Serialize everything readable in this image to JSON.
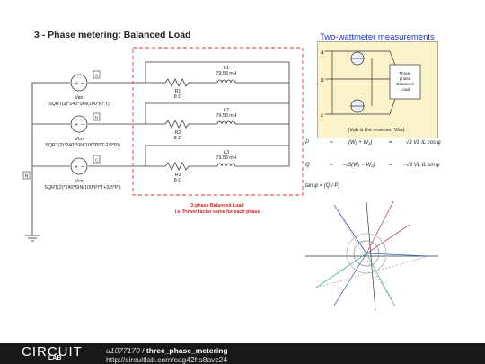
{
  "title": "3 - Phase metering: Balanced Load",
  "sources": [
    {
      "name": "Van",
      "expr": "SQRT(2)*240*SIN(100*PI*T)",
      "node": "a"
    },
    {
      "name": "Vbn",
      "expr": "SQRT(2)*240*SIN(100*PI*T-2/3*PI)",
      "node": "b"
    },
    {
      "name": "Vcn",
      "expr": "SQRT(2)*240*SIN(100*PI*T+2/3*PI)",
      "node": "c"
    }
  ],
  "resistors": [
    {
      "name": "R1",
      "value": "8 Ω"
    },
    {
      "name": "R2",
      "value": "8 Ω"
    },
    {
      "name": "R3",
      "value": "8 Ω"
    }
  ],
  "inductors": [
    {
      "name": "L1",
      "value": "79.58 mH"
    },
    {
      "name": "L2",
      "value": "79.58 mH"
    },
    {
      "name": "L3",
      "value": "79.58 mH"
    }
  ],
  "neutral_label": "N",
  "load_note": {
    "line1": "3-phase Balanced Load",
    "line2": "i.e. Power factor same for each phase"
  },
  "two_wattmeter": {
    "title": "Two-wattmeter measurements",
    "load_label": [
      "Three-",
      "phase",
      "Balanced",
      "Load"
    ],
    "caption": "(Vab is the reversed Vba)",
    "eq_p_lhs": "P",
    "eq_p_mid": "(W₁ + W₂)",
    "eq_p_rhs": "√3 VL IL cos φ",
    "eq_q_lhs": "Q",
    "eq_q_mid": "−√3(W₁ − W₂)",
    "eq_q_rhs": "−√3 VL IL sin φ",
    "eq_tan": "tan φ = (Q / P)"
  },
  "footer": {
    "logo_top": "CIRCUIT",
    "logo_bottom": "LAB",
    "user": "u1077170",
    "separator": " / ",
    "project": "three_phase_metering",
    "url": "http://circuitlab.com/cag42hs8avz24"
  },
  "colors": {
    "dashed_box": "#e03030",
    "note_text": "#dd2020",
    "title_blue": "#1a33cc",
    "panel_bg": "#fbf2c9"
  }
}
